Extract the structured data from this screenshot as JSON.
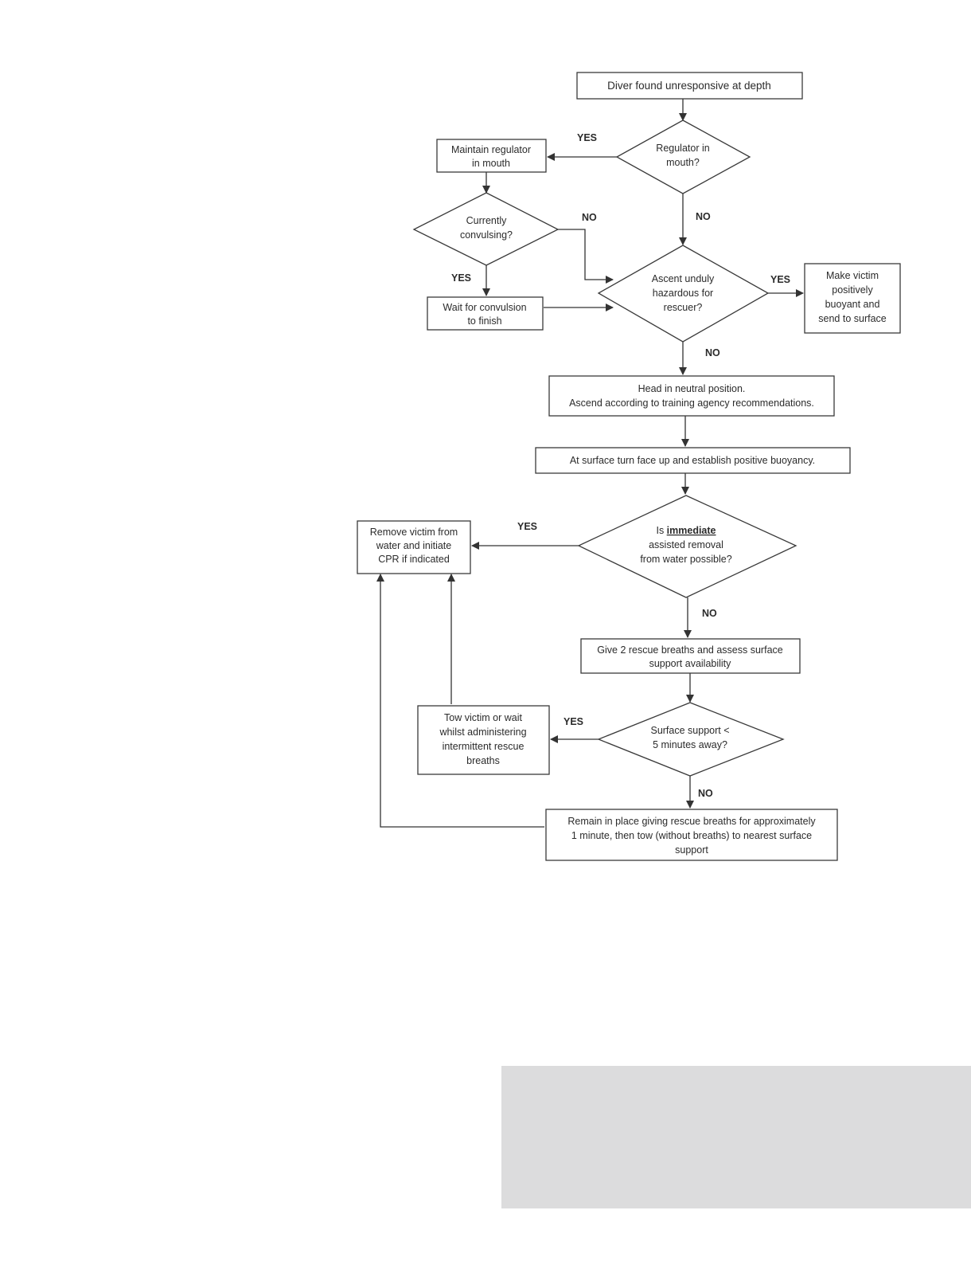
{
  "nodes": {
    "start": [
      "Diver found unresponsive at depth"
    ],
    "q_regulator": [
      "Regulator in",
      "mouth?"
    ],
    "maintain": [
      "Maintain regulator",
      "in mouth"
    ],
    "q_convulsing": [
      "Currently",
      "convulsing?"
    ],
    "wait_convulsion": [
      "Wait for convulsion",
      "to finish"
    ],
    "q_ascent": [
      "Ascent unduly",
      "hazardous for",
      "rescuer?"
    ],
    "buoyant": [
      "Make victim",
      "positively",
      "buoyant and",
      "send to surface"
    ],
    "head": [
      "Head in neutral position.",
      "Ascend according to training agency recommendations."
    ],
    "surface": [
      "At surface turn face up and establish positive buoyancy."
    ],
    "q_removal": {
      "line1_prefix": "Is ",
      "line1_emphasis": "immediate",
      "line2": "assisted removal",
      "line3": "from water possible?"
    },
    "remove": [
      "Remove victim from",
      "water and initiate",
      "CPR if indicated"
    ],
    "breaths": [
      "Give 2 rescue breaths and assess surface",
      "support availability"
    ],
    "q_support": [
      "Surface support <",
      "5 minutes away?"
    ],
    "tow": [
      "Tow victim or wait",
      "whilst administering",
      "intermittent rescue",
      "breaths"
    ],
    "remain": [
      "Remain in place giving rescue breaths for approximately",
      "1 minute, then tow (without breaths) to nearest surface",
      "support"
    ]
  },
  "edge_labels": {
    "regulator_yes": "YES",
    "regulator_no": "NO",
    "convulsing_no": "NO",
    "convulsing_yes": "YES",
    "ascent_yes": "YES",
    "ascent_no": "NO",
    "removal_yes": "YES",
    "removal_no": "NO",
    "support_yes": "YES",
    "support_no": "NO"
  }
}
